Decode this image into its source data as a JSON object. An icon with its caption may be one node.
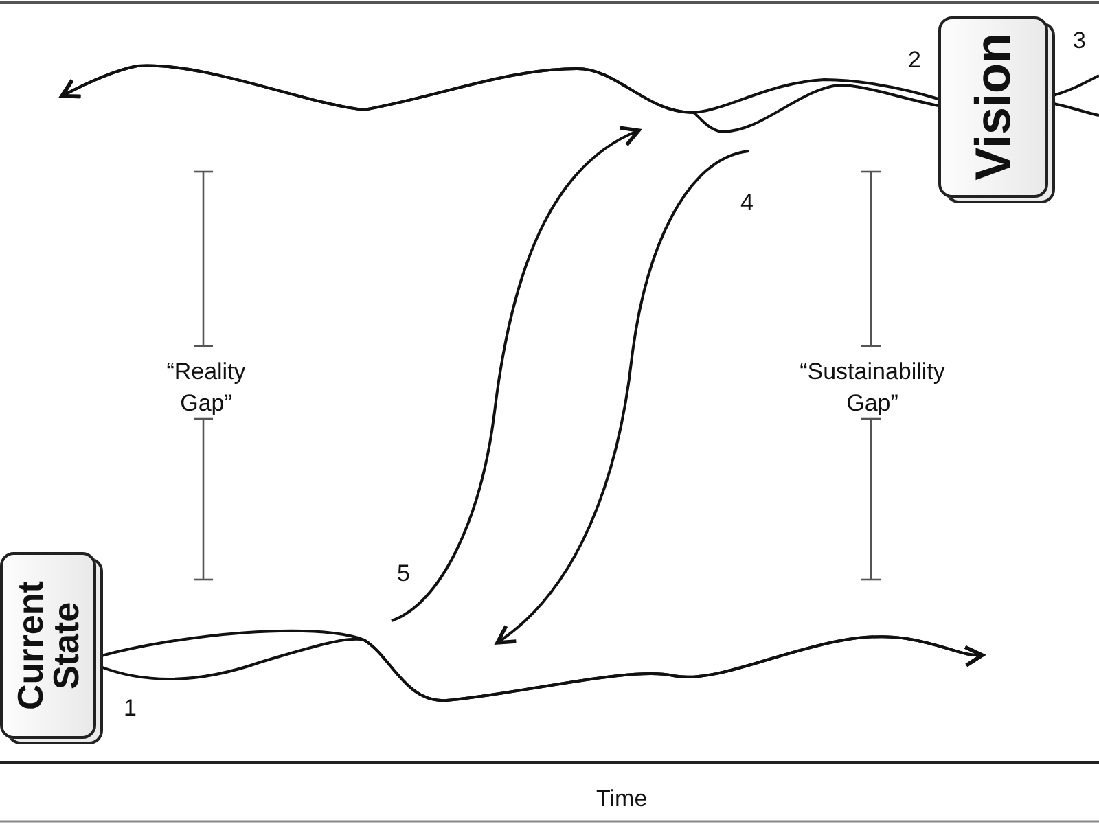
{
  "diagram": {
    "nodes": [
      {
        "text": [
          "Current State"
        ]
      },
      {
        "text": [
          "Vision"
        ]
      }
    ],
    "edges": [
      {
        "from": 0,
        "to": null,
        "arrow": "to"
      },
      {
        "from": 0,
        "to": null,
        "arrow": "to"
      },
      {
        "from": 1,
        "to": null,
        "arrow": "to"
      },
      {
        "from": 1,
        "to": null,
        "arrow": "to"
      },
      {
        "from": 1,
        "to": null,
        "arrow": "none"
      },
      {
        "from": 1,
        "to": null,
        "arrow": "none"
      }
    ],
    "labels": [
      "2",
      "3",
      "4",
      "“Reality Gap”",
      "“Sustainability Gap”",
      "5",
      "1",
      "Time"
    ]
  }
}
